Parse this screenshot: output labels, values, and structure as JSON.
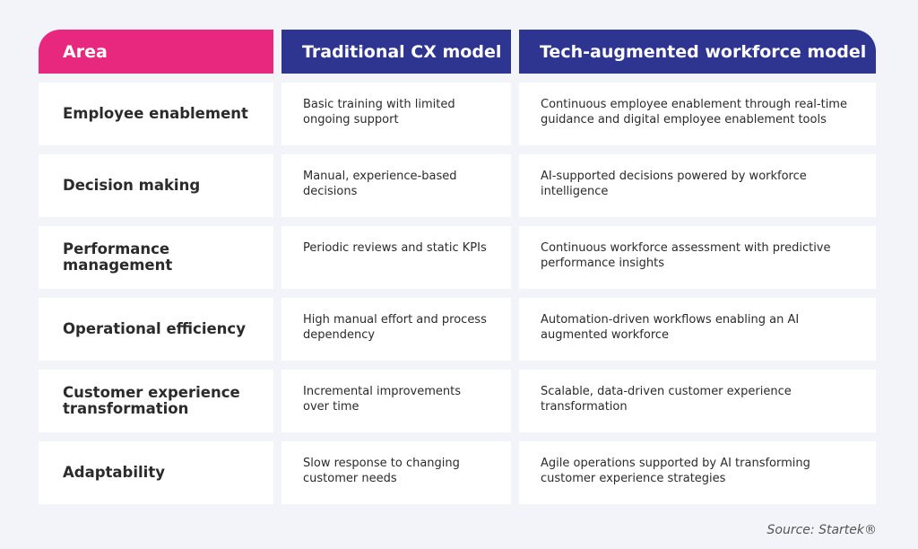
{
  "headers": [
    "Area",
    "Traditional CX model",
    "Tech-augmented workforce model"
  ],
  "rows": [
    {
      "area": "Employee enablement",
      "traditional": "Basic training with limited ongoing support",
      "tech": "Continuous employee enablement through real-time guidance and digital employee enablement tools"
    },
    {
      "area": "Decision making",
      "traditional": "Manual, experience-based decisions",
      "tech": "AI-supported decisions powered by workforce intelligence"
    },
    {
      "area": "Performance management",
      "traditional": "Periodic reviews and static KPIs",
      "tech": "Continuous workforce assessment with predictive performance insights"
    },
    {
      "area": "Operational efficiency",
      "traditional": "High manual effort and process dependency",
      "tech": "Automation-driven workflows enabling an AI augmented workforce"
    },
    {
      "area": "Customer experience transformation",
      "traditional": "Incremental improvements over time",
      "tech": "Scalable, data-driven customer experience transformation"
    },
    {
      "area": "Adaptability",
      "traditional": "Slow response to changing customer needs",
      "tech": "Agile operations supported by AI transforming customer experience strategies"
    }
  ],
  "source": "Source: Startek®",
  "colors": {
    "area_header": "#e8287f",
    "model_header": "#2e3590",
    "background": "#f3f4f9"
  }
}
